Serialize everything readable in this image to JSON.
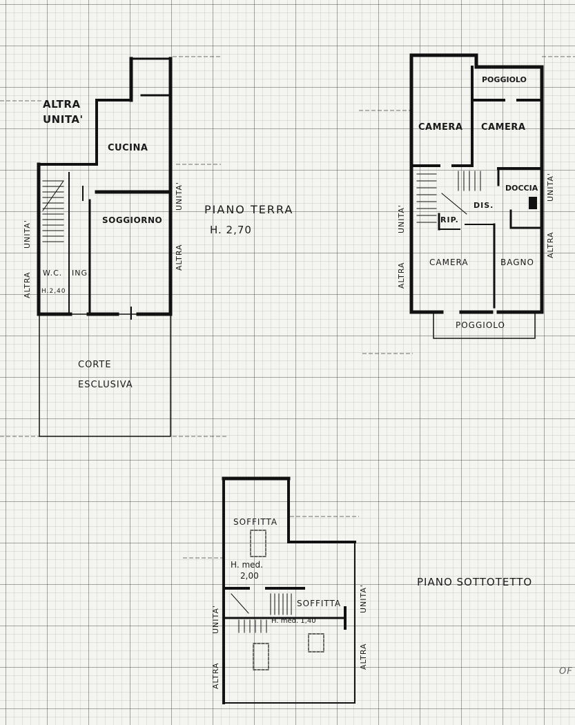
{
  "ground_floor": {
    "title": "PIANO TERRA",
    "height": "H. 2,70",
    "rooms": {
      "altra_unita_top": "ALTRA UNITA'",
      "cucina": "CUCINA",
      "soggiorno": "SOGGIORNO",
      "wc": "W.C.",
      "wc_height": "H.2,40",
      "ingresso": "ING.",
      "corte": "CORTE",
      "esclusiva": "ESCLUSIVA",
      "altra_left_1": "ALTRA",
      "altra_left_2": "UNITA'",
      "altra_right_1": "ALTRA",
      "altra_right_2": "UNITA'"
    }
  },
  "first_floor": {
    "rooms": {
      "poggiolo_top": "POGGIOLO",
      "camera_1": "CAMERA",
      "camera_2": "CAMERA",
      "doccia": "DOCCIA",
      "dis": "DIS.",
      "rip": "RIP.",
      "camera_3": "CAMERA",
      "bagno": "BAGNO",
      "poggiolo_bottom": "POGGIOLO",
      "altra_left_1": "ALTRA",
      "altra_left_2": "UNITA'",
      "altra_right_1": "ALTRA",
      "altra_right_2": "UNITA'"
    }
  },
  "attic_floor": {
    "title": "PIANO SOTTOTETTO",
    "rooms": {
      "soffitta_1": "SOFFITTA",
      "soffitta_1_height_label": "H. med.",
      "soffitta_1_height_value": "2,00",
      "soffitta_2": "SOFFITTA",
      "soffitta_2_height": "H. med. 1,40",
      "altra_left_1": "ALTRA",
      "altra_left_2": "UNITA'",
      "altra_right_1": "ALTRA",
      "altra_right_2": "UNITA'"
    }
  },
  "corner_fragment": "OF"
}
